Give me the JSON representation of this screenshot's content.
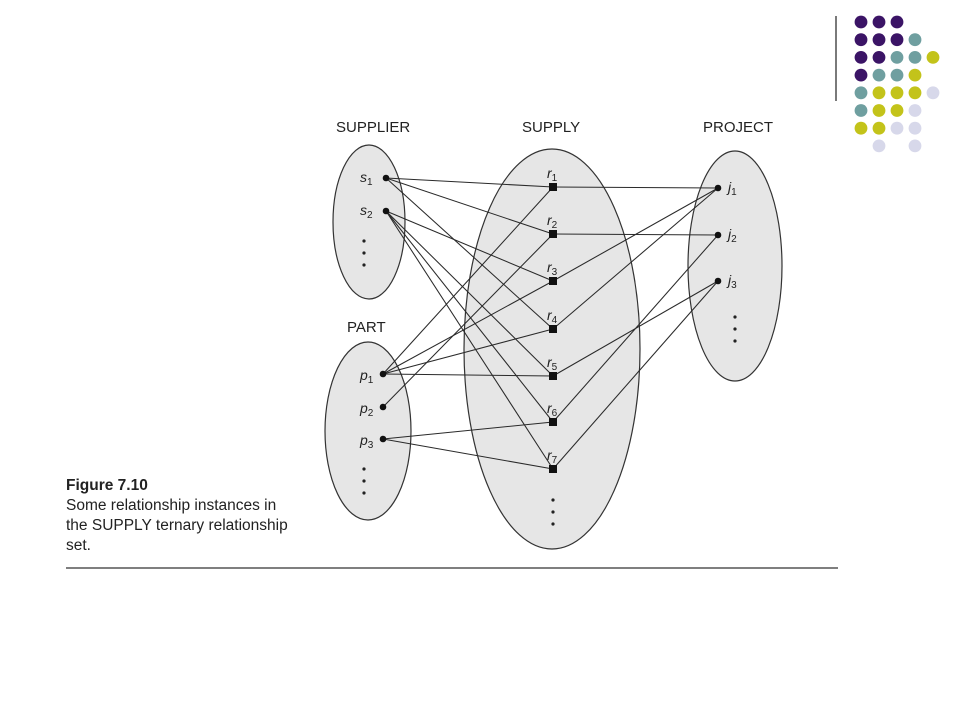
{
  "sets": {
    "supplier": {
      "label": "SUPPLIER",
      "members": [
        "s1",
        "s2"
      ]
    },
    "supply": {
      "label": "SUPPLY",
      "members": [
        "r1",
        "r2",
        "r3",
        "r4",
        "r5",
        "r6",
        "r7"
      ]
    },
    "project": {
      "label": "PROJECT",
      "members": [
        "j1",
        "j2",
        "j3"
      ]
    },
    "part": {
      "label": "PART",
      "members": [
        "p1",
        "p2",
        "p3"
      ]
    }
  },
  "nodes": [
    {
      "id": "s1",
      "base": "s",
      "sub": "1"
    },
    {
      "id": "s2",
      "base": "s",
      "sub": "2"
    },
    {
      "id": "p1",
      "base": "p",
      "sub": "1"
    },
    {
      "id": "p2",
      "base": "p",
      "sub": "2"
    },
    {
      "id": "p3",
      "base": "p",
      "sub": "3"
    },
    {
      "id": "r1",
      "base": "r",
      "sub": "1"
    },
    {
      "id": "r2",
      "base": "r",
      "sub": "2"
    },
    {
      "id": "r3",
      "base": "r",
      "sub": "3"
    },
    {
      "id": "r4",
      "base": "r",
      "sub": "4"
    },
    {
      "id": "r5",
      "base": "r",
      "sub": "5"
    },
    {
      "id": "r6",
      "base": "r",
      "sub": "6"
    },
    {
      "id": "r7",
      "base": "r",
      "sub": "7"
    },
    {
      "id": "j1",
      "base": "j",
      "sub": "1"
    },
    {
      "id": "j2",
      "base": "j",
      "sub": "2"
    },
    {
      "id": "j3",
      "base": "j",
      "sub": "3"
    }
  ],
  "relationship_instances": [
    {
      "r": "r1",
      "supplier": "s1",
      "part": "p1",
      "project": "j1"
    },
    {
      "r": "r2",
      "supplier": "s1",
      "part": "p2",
      "project": "j2"
    },
    {
      "r": "r3",
      "supplier": "s2",
      "part": "p1",
      "project": "j1"
    },
    {
      "r": "r4",
      "supplier": "s1",
      "part": "p1",
      "project": "j1"
    },
    {
      "r": "r5",
      "supplier": "s2",
      "part": "p1",
      "project": "j3"
    },
    {
      "r": "r6",
      "supplier": "s2",
      "part": "p3",
      "project": "j2"
    },
    {
      "r": "r7",
      "supplier": "s2",
      "part": "p3",
      "project": "j3"
    }
  ],
  "caption": {
    "title": "Figure 7.10",
    "text": "Some relationship instances in the SUPPLY ternary relationship set."
  },
  "colors": {
    "set_fill": "#e6e6e6",
    "line": "#2a2a2a",
    "dot_purple": "#3b1466",
    "dot_teal": "#6f9fa0",
    "dot_yellow": "#c3c31a",
    "dot_lavender": "#d7d8ea"
  },
  "decoration": {
    "dot_grid": [
      [
        "purple",
        "purple",
        "purple",
        null,
        null
      ],
      [
        "purple",
        "purple",
        "purple",
        "teal",
        null
      ],
      [
        "purple",
        "purple",
        "teal",
        "teal",
        "yellow"
      ],
      [
        "purple",
        "teal",
        "teal",
        "yellow",
        null
      ],
      [
        "teal",
        "yellow",
        "yellow",
        "yellow",
        "lavender"
      ],
      [
        "teal",
        "yellow",
        "yellow",
        "lavender",
        null
      ],
      [
        "yellow",
        "yellow",
        "lavender",
        "lavender",
        null
      ],
      [
        null,
        "lavender",
        null,
        "lavender",
        null
      ]
    ]
  }
}
